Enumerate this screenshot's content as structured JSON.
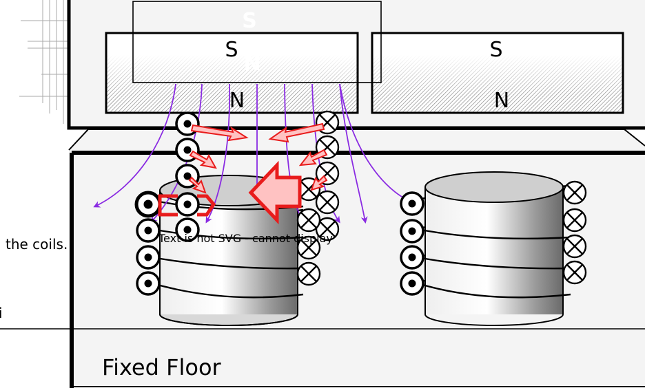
{
  "magnets": [
    {
      "north": "N",
      "south": "S",
      "ghost_south": "S",
      "ghost_north": "N"
    },
    {
      "north": "N",
      "south": "S"
    }
  ],
  "floor": {
    "label": "Fixed Floor"
  },
  "side_text": {
    "line1": "the coils.",
    "line2": "i"
  },
  "error_text": "Text is not SVG - cannot display",
  "colors": {
    "field_line": "#8a2be2",
    "force_arrow": "#e81c1c",
    "force_fill": "#ffc2c2",
    "frame": "#000000",
    "panel": "#f4f4f4"
  },
  "icons": [
    "dot-out-symbol",
    "cross-in-symbol",
    "force-arrow",
    "field-line-arrow"
  ]
}
